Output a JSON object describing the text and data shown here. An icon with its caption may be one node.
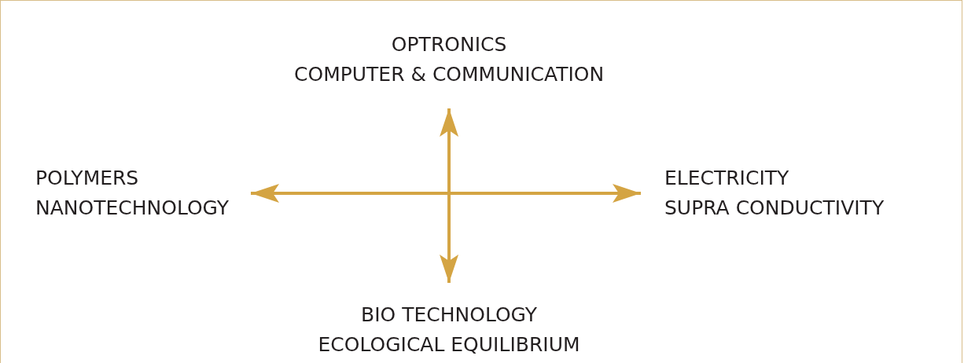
{
  "diagram": {
    "nodes": [
      {
        "text": [
          "OPTRONICS",
          "COMPUTER & COMMUNICATION"
        ]
      },
      {
        "text": [
          "POLYMERS",
          "NANOTECHNOLOGY"
        ]
      },
      {
        "text": [
          "ELECTRICITY",
          "SUPRA CONDUCTIVITY"
        ]
      },
      {
        "text": [
          "BIO TECHNOLOGY",
          "ECOLOGICAL EQUILIBRIUM"
        ]
      }
    ],
    "edges": [
      {
        "from": 1,
        "to": 2,
        "arrow": "both",
        "color": "#d4a443"
      },
      {
        "from": 0,
        "to": 3,
        "arrow": "both",
        "color": "#d4a443"
      }
    ]
  }
}
